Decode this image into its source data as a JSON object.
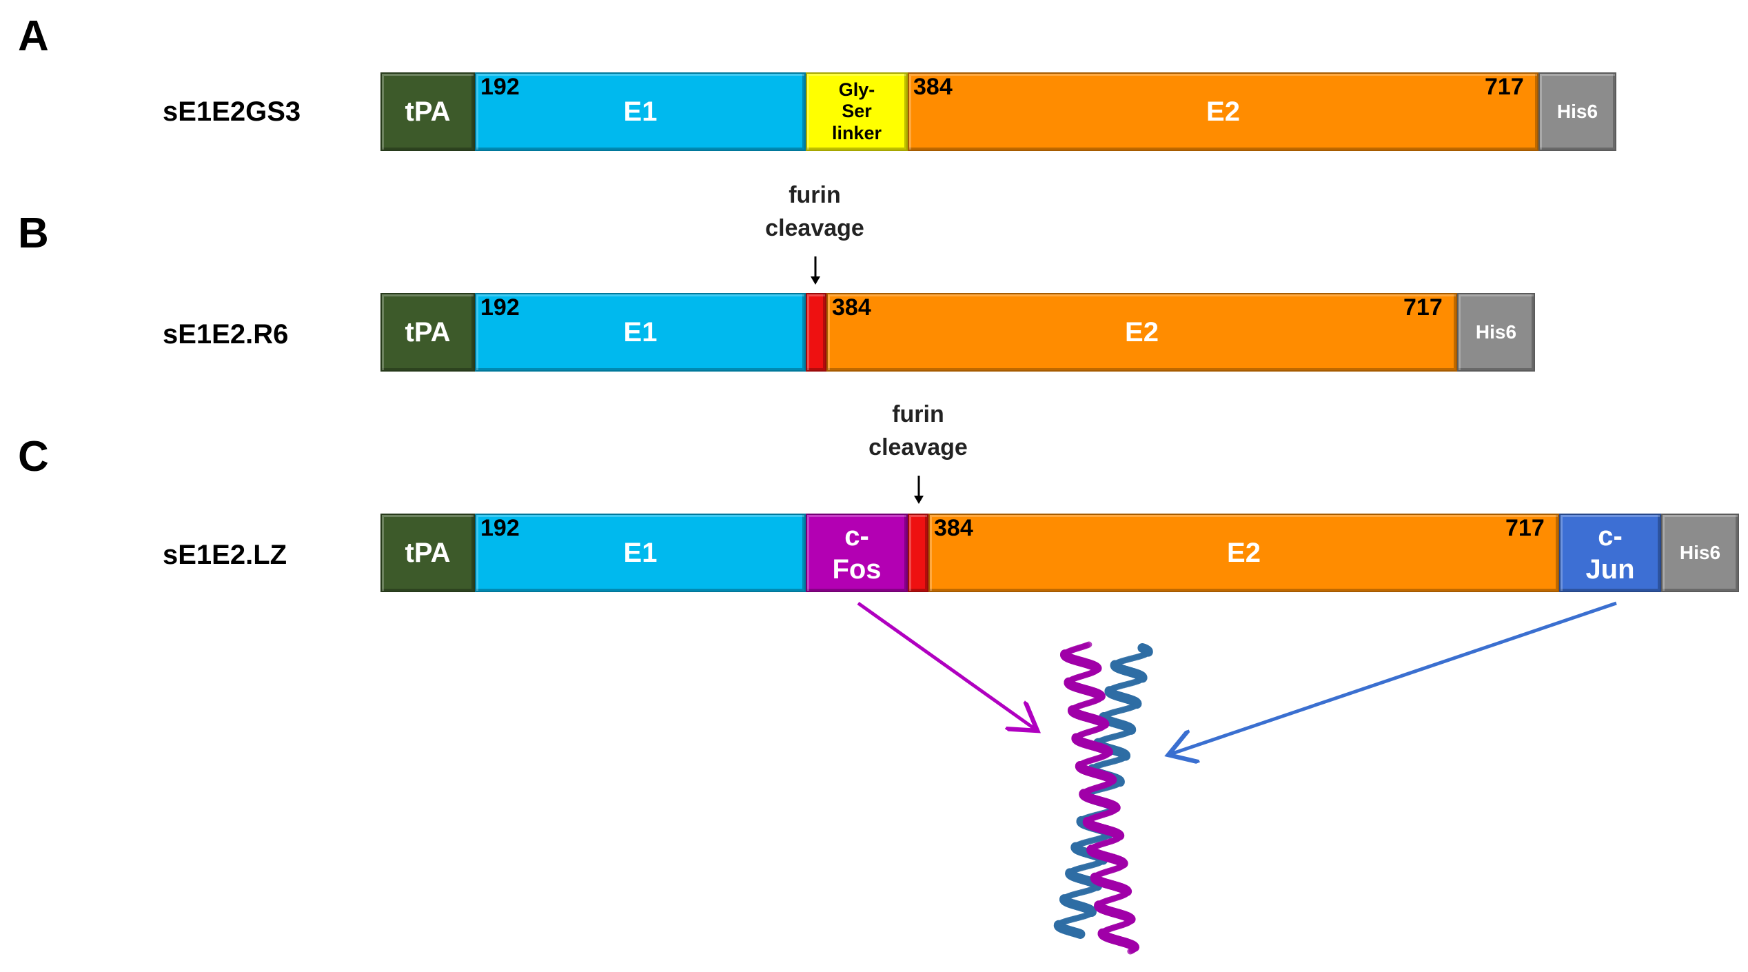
{
  "panels": [
    {
      "letter": "A",
      "name": "sE1E2GS3",
      "segments": [
        {
          "id": "tpa",
          "label": "tPA",
          "color": "#3d5a2a"
        },
        {
          "id": "e1",
          "label": "E1",
          "color": "#00b9ee",
          "start": "192"
        },
        {
          "id": "linker",
          "label": "Gly-\nSer\nlinker",
          "color": "#ffff00"
        },
        {
          "id": "e2",
          "label": "E2",
          "color": "#ff8c00",
          "start": "384",
          "end": "717"
        },
        {
          "id": "his6",
          "label": "His6",
          "color": "#8c8c8c"
        }
      ]
    },
    {
      "letter": "B",
      "name": "sE1E2.R6",
      "furin": "furin\ncleavage",
      "segments": [
        {
          "id": "tpa",
          "label": "tPA",
          "color": "#3d5a2a"
        },
        {
          "id": "e1",
          "label": "E1",
          "color": "#00b9ee",
          "start": "192"
        },
        {
          "id": "furin-site",
          "label": "",
          "color": "#ee1111"
        },
        {
          "id": "e2",
          "label": "E2",
          "color": "#ff8c00",
          "start": "384",
          "end": "717"
        },
        {
          "id": "his6",
          "label": "His6",
          "color": "#8c8c8c"
        }
      ]
    },
    {
      "letter": "C",
      "name": "sE1E2.LZ",
      "furin": "furin\ncleavage",
      "segments": [
        {
          "id": "tpa",
          "label": "tPA",
          "color": "#3d5a2a"
        },
        {
          "id": "e1",
          "label": "E1",
          "color": "#00b9ee",
          "start": "192"
        },
        {
          "id": "cfos",
          "label": "c-\nFos",
          "color": "#b300b3"
        },
        {
          "id": "furin-site",
          "label": "",
          "color": "#ee1111"
        },
        {
          "id": "e2",
          "label": "E2",
          "color": "#ff8c00",
          "start": "384",
          "end": "717"
        },
        {
          "id": "cjun",
          "label": "c-\nJun",
          "color": "#3d6fd4"
        },
        {
          "id": "his6",
          "label": "His6",
          "color": "#8c8c8c"
        }
      ]
    }
  ],
  "colors": {
    "fos_helix": "#a000a8",
    "jun_helix": "#2e6da4",
    "fos_arrow": "#b000c0",
    "jun_arrow": "#3a6fd0"
  }
}
